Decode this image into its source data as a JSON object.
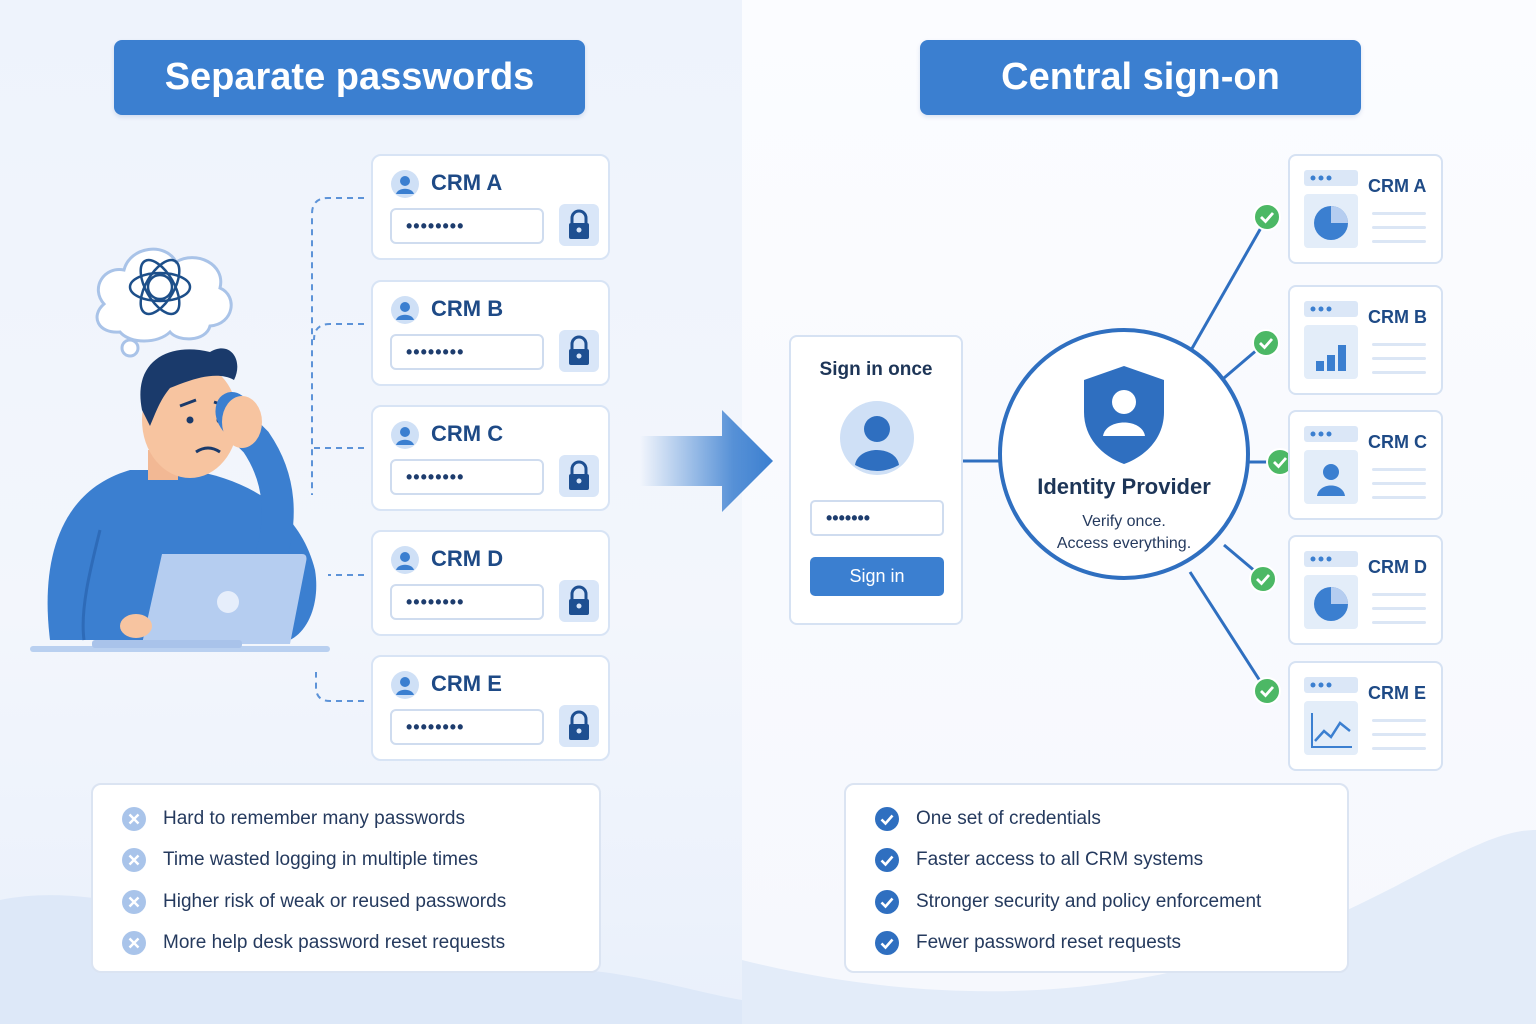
{
  "left_panel": {
    "title": "Separate passwords",
    "credentials": [
      {
        "label": "CRM A",
        "password": "••••••••"
      },
      {
        "label": "CRM B",
        "password": "••••••••"
      },
      {
        "label": "CRM C",
        "password": "••••••••"
      },
      {
        "label": "CRM D",
        "password": "••••••••"
      },
      {
        "label": "CRM E",
        "password": "••••••••"
      }
    ],
    "drawbacks": [
      "Hard to remember many passwords",
      "Time wasted logging in multiple times",
      "Higher risk of weak or reused passwords",
      "More help desk password reset requests"
    ]
  },
  "right_panel": {
    "title": "Central sign-on",
    "sign_in": {
      "heading": "Sign in once",
      "password": "•••••••",
      "button": "Sign in"
    },
    "identity_provider": {
      "title": "Identity Provider",
      "line1": "Verify once.",
      "line2": "Access everything."
    },
    "apps": [
      {
        "label": "CRM A",
        "icon": "pie-chart-icon"
      },
      {
        "label": "CRM B",
        "icon": "bar-chart-icon"
      },
      {
        "label": "CRM C",
        "icon": "user-icon"
      },
      {
        "label": "CRM D",
        "icon": "pie-chart-icon"
      },
      {
        "label": "CRM E",
        "icon": "line-chart-icon"
      }
    ],
    "benefits": [
      "One set of credentials",
      "Faster access to all CRM systems",
      "Stronger security and policy enforcement",
      "Fewer password reset requests"
    ]
  },
  "colors": {
    "primary": "#3b7fd0",
    "dark_text": "#1d3557",
    "check_green": "#4cb865",
    "x_icon": "#9ebde6"
  }
}
